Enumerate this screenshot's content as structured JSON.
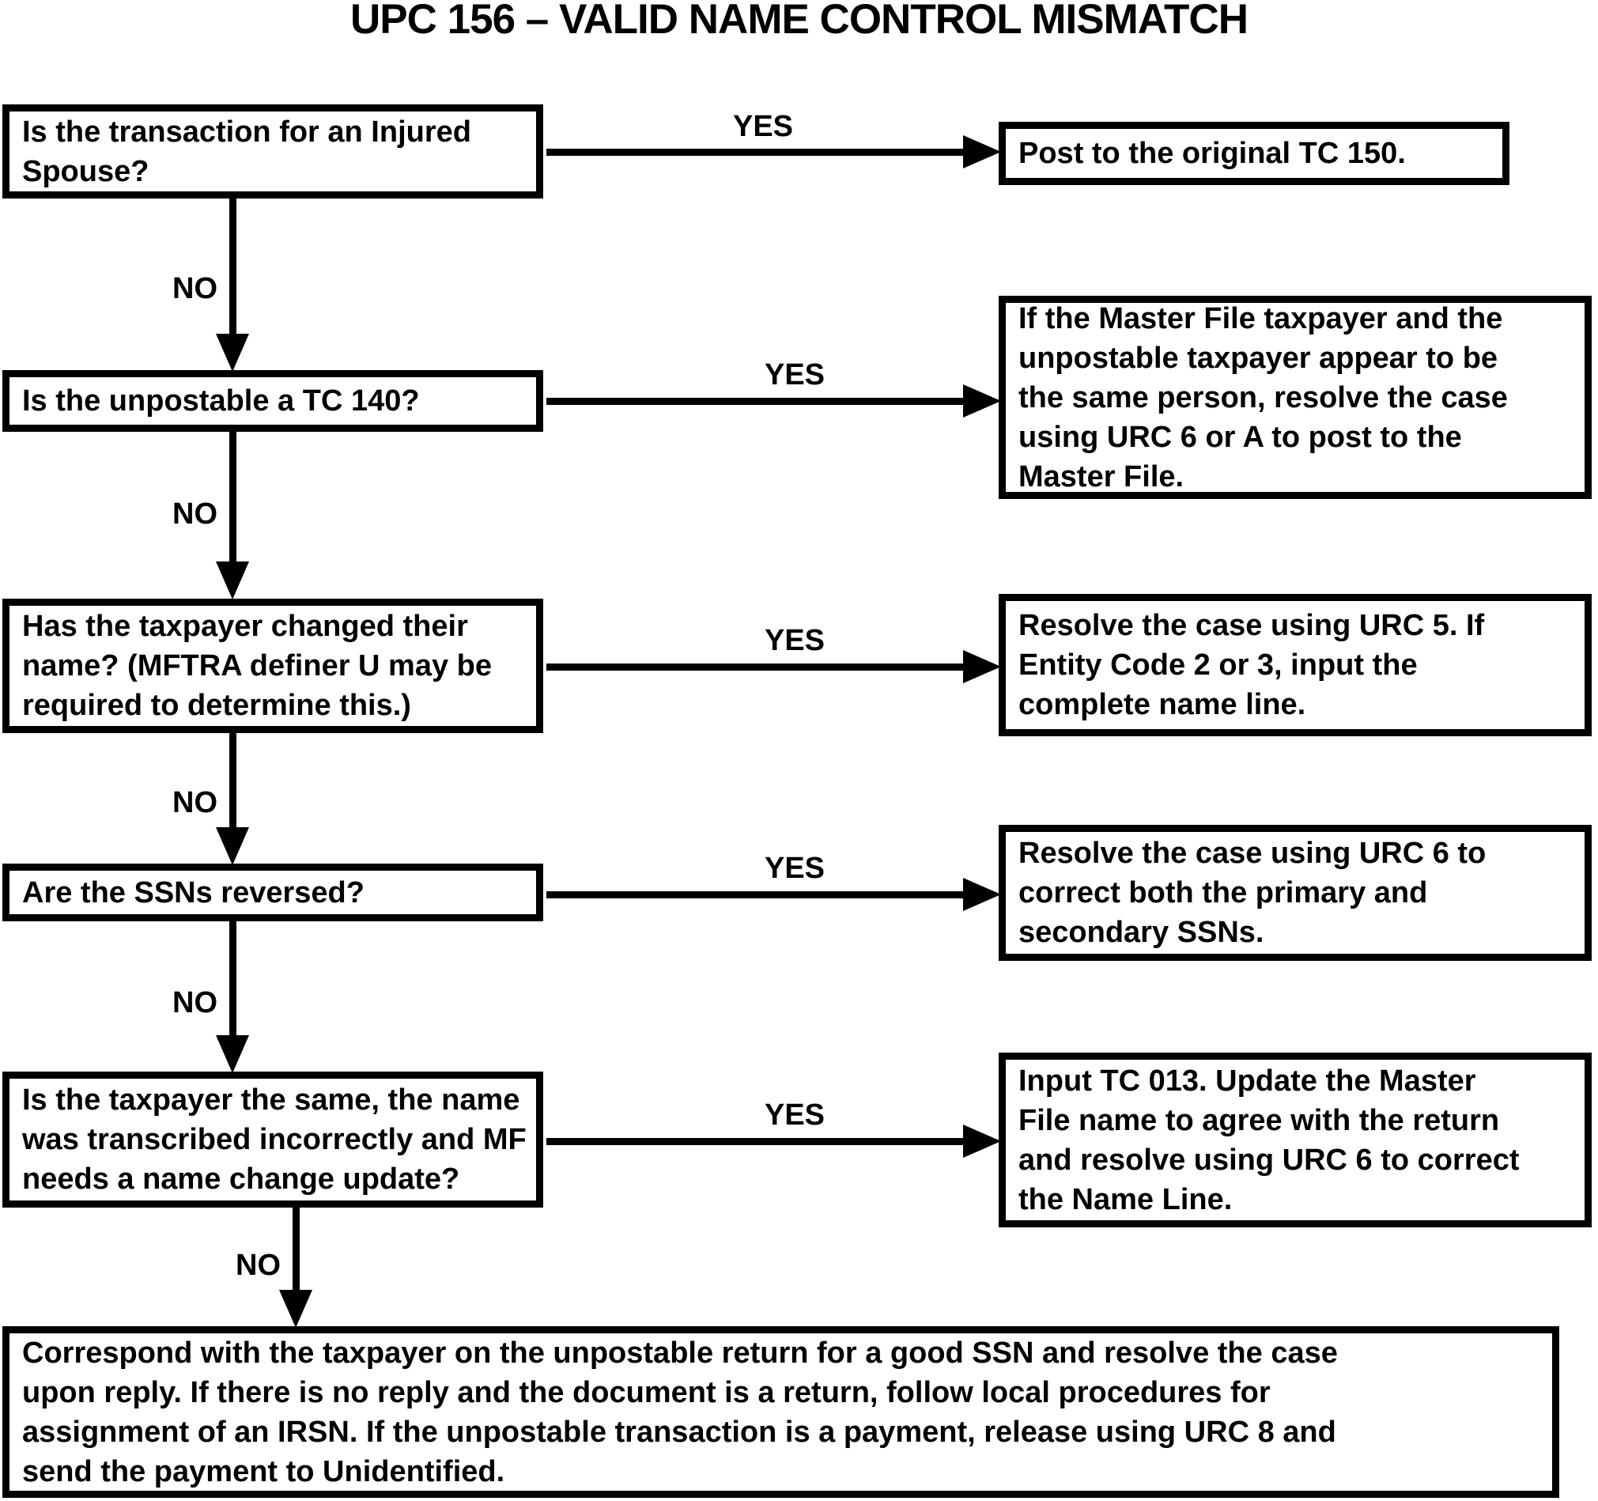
{
  "title": "UPC 156 – VALID NAME CONTROL MISMATCH",
  "labels": {
    "yes": "YES",
    "no": "NO"
  },
  "colors": {
    "ink": "#000000",
    "background": "#ffffff"
  },
  "steps": [
    {
      "question": "Is the transaction for an Injured\nSpouse?",
      "yes_action": "Post to the original TC 150."
    },
    {
      "question": "Is the unpostable a TC 140?",
      "yes_action": "If the Master File taxpayer and the\nunpostable taxpayer appear to be\nthe same person, resolve the case\nusing URC 6 or A to post to the\nMaster File."
    },
    {
      "question": "Has the taxpayer changed their\nname? (MFTRA definer U may be\nrequired to determine this.)",
      "yes_action": "Resolve the case using URC 5. If\nEntity Code 2 or 3, input the\ncomplete name line."
    },
    {
      "question": "Are the SSNs reversed?",
      "yes_action": "Resolve the case using URC 6 to\ncorrect both the primary and\nsecondary SSNs."
    },
    {
      "question": "Is the taxpayer the same, the name\nwas transcribed incorrectly and MF\nneeds a name change update?",
      "yes_action": "Input TC 013.  Update the Master\nFile name to agree with the return\nand resolve using URC 6 to correct\nthe Name Line."
    }
  ],
  "fallthrough": "Correspond with the taxpayer on the unpostable return for a good SSN and resolve the case\nupon reply.  If there is no reply and the document is a return, follow local procedures for\nassignment of an IRSN.  If the unpostable transaction is a payment, release using URC 8 and\nsend the payment to Unidentified."
}
